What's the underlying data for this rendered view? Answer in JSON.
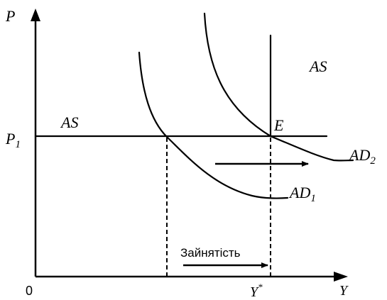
{
  "axes": {
    "y_label": "P",
    "x_label": "Y",
    "origin_label": "0"
  },
  "labels": {
    "p1_main": "P",
    "p1_sub": "1",
    "as_horizontal": "AS",
    "as_vertical": "AS",
    "equilibrium": "E",
    "ad1_main": "AD",
    "ad1_sub": "1",
    "ad2_main": "AD",
    "ad2_sub": "2",
    "y_star_main": "Y",
    "y_star_sup": "*",
    "employment": "Зайнятість"
  }
}
